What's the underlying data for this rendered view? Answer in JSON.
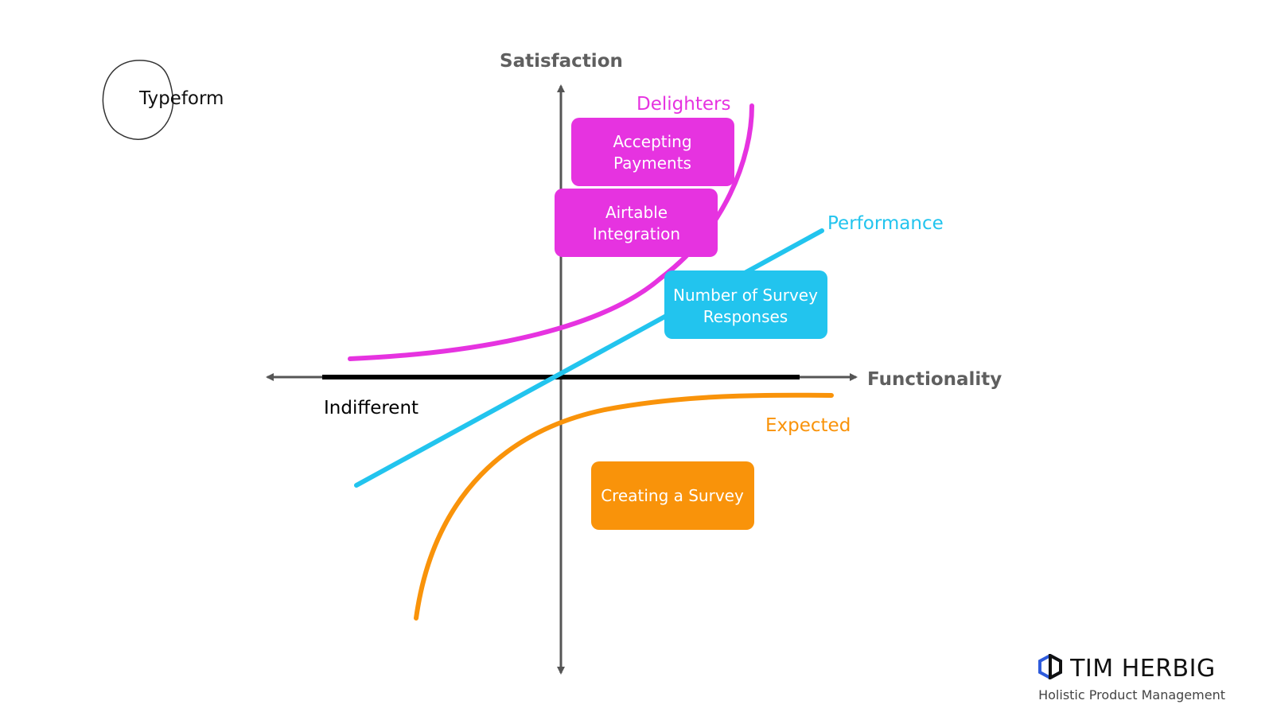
{
  "company": {
    "label": "Typeform"
  },
  "axes": {
    "y_title": "Satisfaction",
    "x_title": "Functionality"
  },
  "curves": {
    "delighters": {
      "label": "Delighters",
      "color": "#E633E0"
    },
    "performance": {
      "label": "Performance",
      "color": "#22C4EE"
    },
    "expected": {
      "label": "Expected",
      "color": "#F9930A"
    },
    "indifferent": {
      "label": "Indifferent",
      "color": "#000000"
    }
  },
  "features": [
    {
      "line1": "Accepting",
      "line2": "Payments",
      "category": "delighters"
    },
    {
      "line1": "Airtable",
      "line2": "Integration",
      "category": "delighters"
    },
    {
      "line1": "Number of Survey",
      "line2": "Responses",
      "category": "performance"
    },
    {
      "line1": "Creating a Survey",
      "line2": "",
      "category": "expected"
    }
  ],
  "brand": {
    "name": "TIM HERBIG",
    "tagline": "Holistic Product Management",
    "icon": "hexagon-logo-icon"
  }
}
